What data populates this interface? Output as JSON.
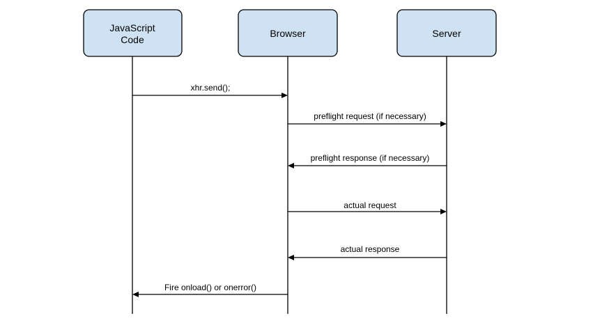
{
  "participants": [
    {
      "id": "js",
      "lines": [
        "JavaScript",
        "Code"
      ]
    },
    {
      "id": "browser",
      "lines": [
        "Browser"
      ]
    },
    {
      "id": "server",
      "lines": [
        "Server"
      ]
    }
  ],
  "messages": [
    {
      "from": "js",
      "to": "browser",
      "label": "xhr.send();"
    },
    {
      "from": "browser",
      "to": "server",
      "label": "preflight request (if necessary)"
    },
    {
      "from": "server",
      "to": "browser",
      "label": "preflight response (if necessary)"
    },
    {
      "from": "browser",
      "to": "server",
      "label": "actual request"
    },
    {
      "from": "server",
      "to": "browser",
      "label": "actual response"
    },
    {
      "from": "browser",
      "to": "js",
      "label": "Fire onload() or onerror()"
    }
  ],
  "colors": {
    "box_fill": "#cfe2f3",
    "stroke": "#000000"
  }
}
